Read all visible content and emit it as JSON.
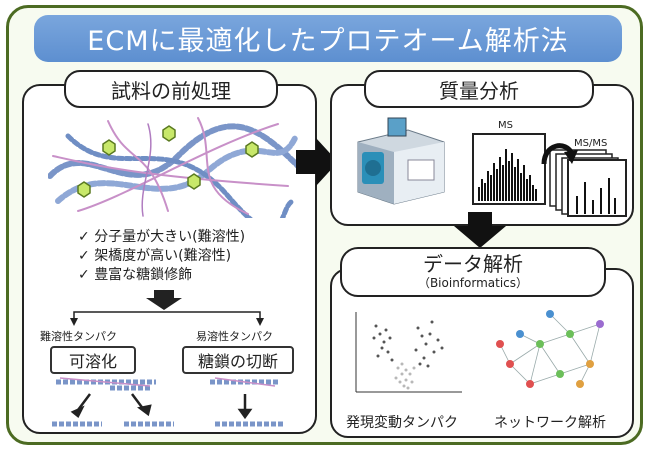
{
  "banner": {
    "title": "ECMに最適化したプロテオーム解析法"
  },
  "pretreatment": {
    "title": "試料の前処理",
    "points": [
      "分子量が大きい(難溶性)",
      "架橋度が高い(難溶性)",
      "豊富な糖鎖修飾"
    ],
    "insoluble": {
      "label": "難溶性タンパク",
      "action": "可溶化"
    },
    "soluble": {
      "label": "易溶性タンパク",
      "action": "糖鎖の切断"
    }
  },
  "ms": {
    "title": "質量分析",
    "ms_label": "MS",
    "msms_label": "MS/MS"
  },
  "data_analysis": {
    "title": "データ解析",
    "subtitle": "（Bioinformatics）",
    "left_caption": "発現変動タンパク",
    "right_caption": "ネットワーク解析"
  },
  "check_symbol": "✓",
  "colors": {
    "frame": "#4c6b22",
    "banner": "#6a99d6",
    "frame_fill": "#f7fbf0"
  }
}
